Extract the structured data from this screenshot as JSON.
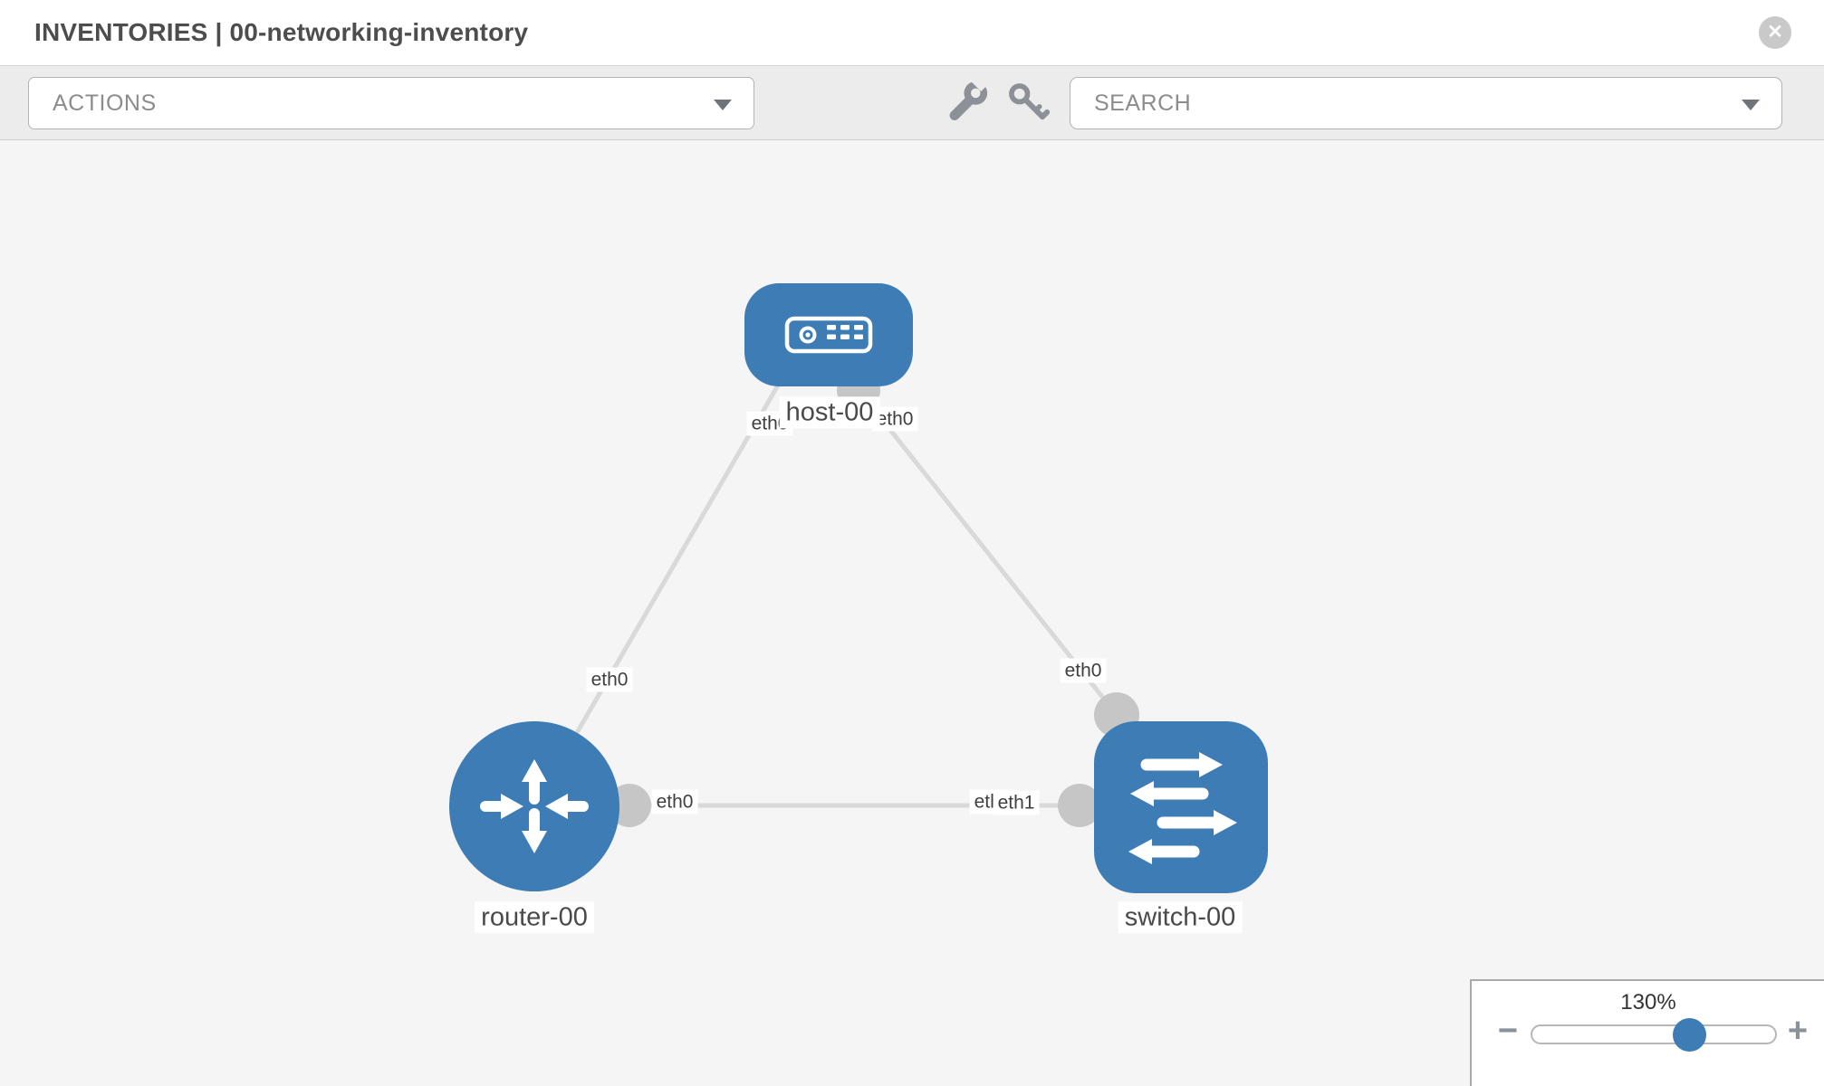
{
  "header": {
    "title": "INVENTORIES | 00-networking-inventory",
    "close_glyph": "✕"
  },
  "toolbar": {
    "actions": {
      "label": "ACTIONS"
    },
    "icons": [
      {
        "name": "wrench-icon"
      },
      {
        "name": "key-icon"
      }
    ],
    "search": {
      "placeholder": "SEARCH"
    }
  },
  "topology": {
    "nodes": [
      {
        "id": "host-00",
        "type": "host",
        "label": "host-00"
      },
      {
        "id": "router-00",
        "type": "router",
        "label": "router-00"
      },
      {
        "id": "switch-00",
        "type": "switch",
        "label": "switch-00"
      }
    ],
    "links": [
      {
        "from": "host-00",
        "to": "router-00",
        "from_interface": "eth0",
        "to_interface": "eth0"
      },
      {
        "from": "host-00",
        "to": "switch-00",
        "from_interface": "eth0",
        "to_interface": "eth0"
      },
      {
        "from": "router-00",
        "to": "switch-00",
        "from_interface": "eth0",
        "to_interface": "eth1",
        "to_interface_back": "eth0"
      }
    ]
  },
  "zoom_control": {
    "value": "130%",
    "minus_label": "−",
    "plus_label": "+"
  },
  "colors": {
    "node_blue": "#3d7cb5",
    "port_gray": "#c6c6c6",
    "link_gray": "#d9d9d9",
    "canvas_bg": "#f5f5f5",
    "toolbar_bg": "#ececec",
    "title_text": "#4d4d4d"
  }
}
